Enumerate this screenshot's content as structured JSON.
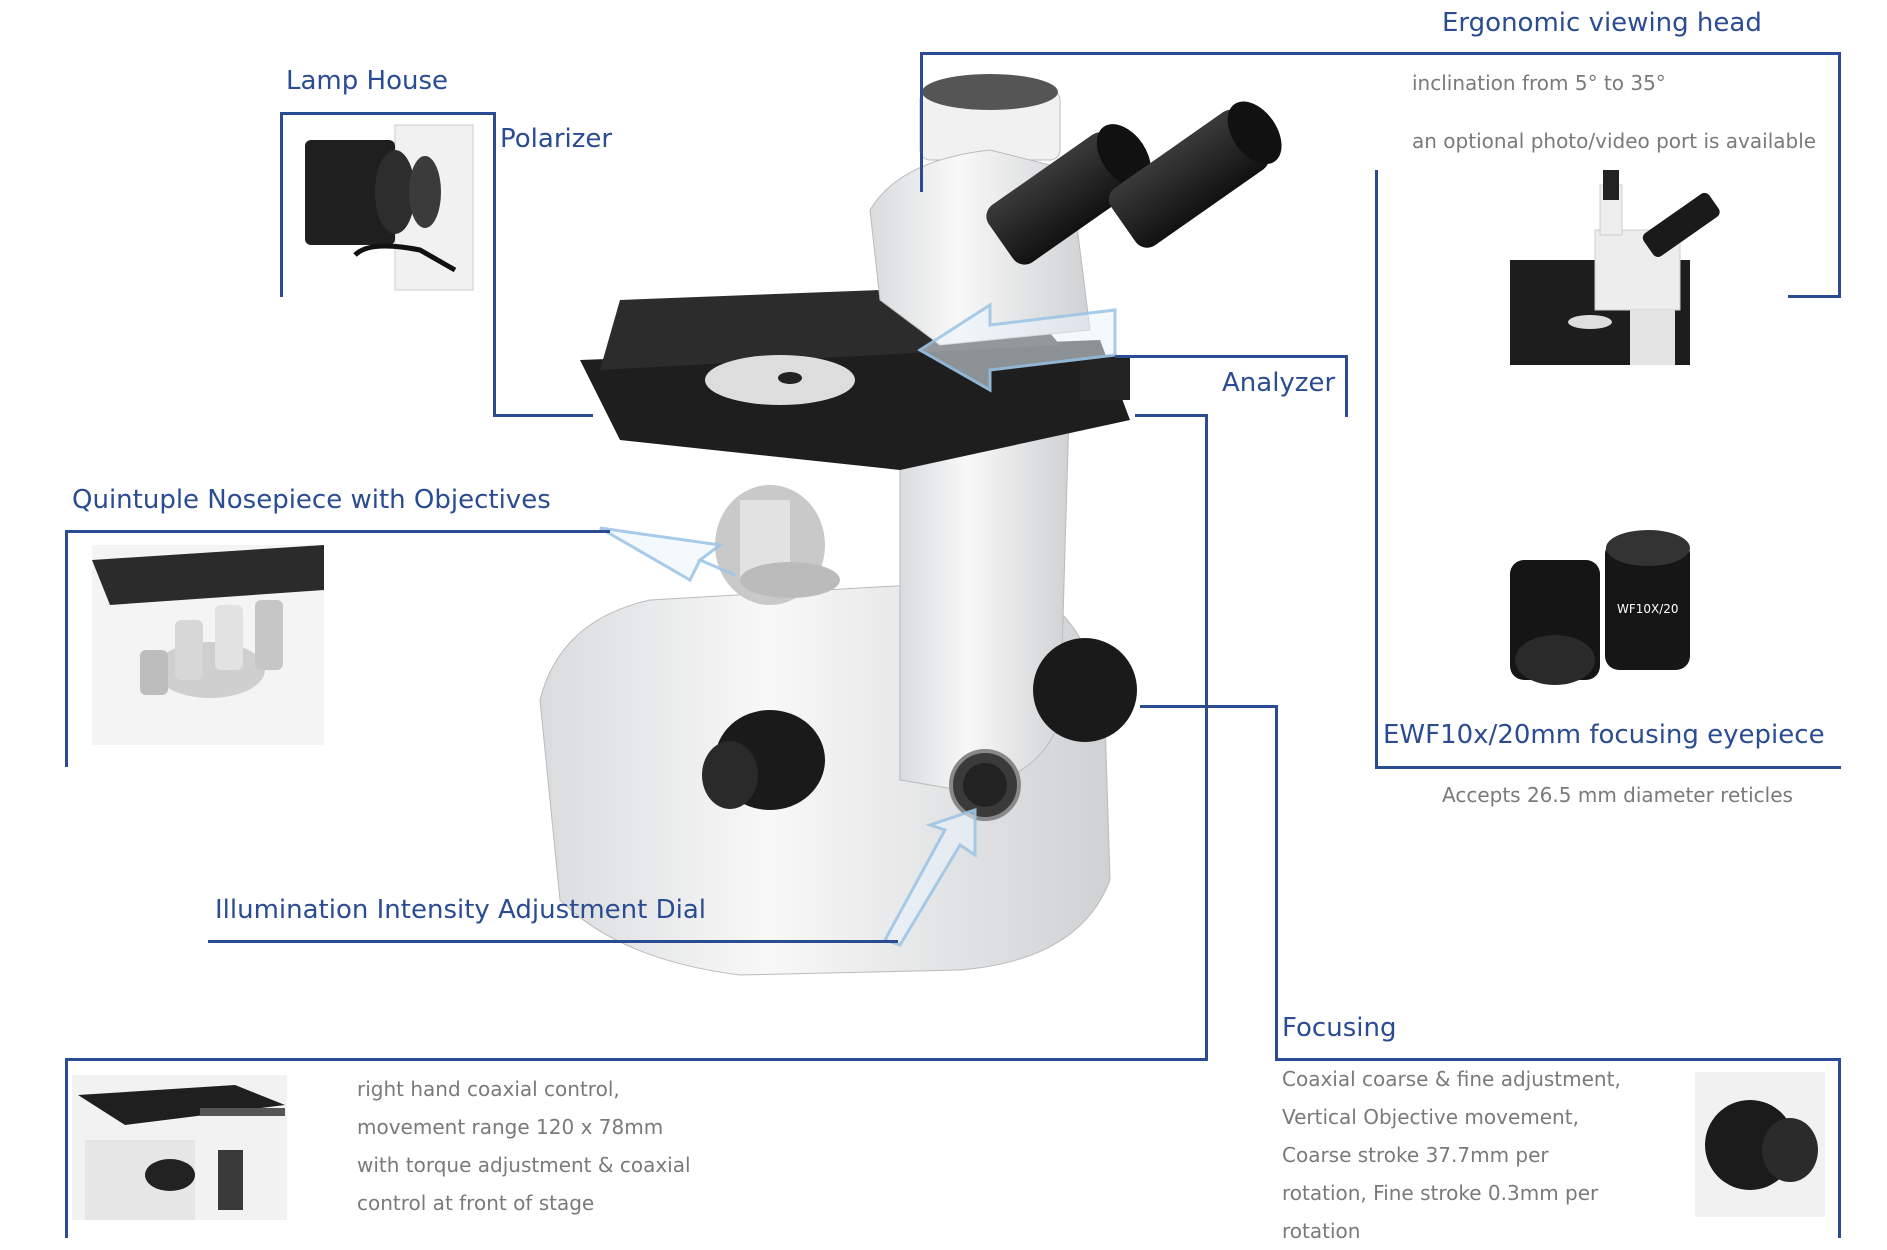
{
  "labels": {
    "lamp_house": "Lamp House",
    "polarizer": "Polarizer",
    "ergonomic_head": "Ergonomic viewing head",
    "analyzer": "Analyzer",
    "nosepiece": "Quintuple Nosepiece with Objectives",
    "illumination_dial": "Illumination Intensity Adjustment Dial",
    "eyepiece": "EWF10x/20mm focusing eyepiece",
    "focusing": "Focusing"
  },
  "notes": {
    "head_line1": "inclination from 5° to 35°",
    "head_line2": "an optional photo/video port is available",
    "eyepiece_note": "Accepts 26.5 mm diameter reticles",
    "stage_lines": [
      "right hand coaxial control,",
      "movement range 120 x 78mm",
      "with torque adjustment & coaxial",
      "control at front of stage"
    ],
    "focusing_lines": [
      "Coaxial coarse & fine adjustment,",
      "Vertical Objective movement,",
      "Coarse stroke 37.7mm per",
      "rotation, Fine stroke 0.3mm per",
      "rotation"
    ]
  },
  "eyepiece_marking": "WF10X/20",
  "colors": {
    "accent": "#2b4c93",
    "note_text": "#7a7a7a",
    "arrow": "#9ec6e6"
  }
}
